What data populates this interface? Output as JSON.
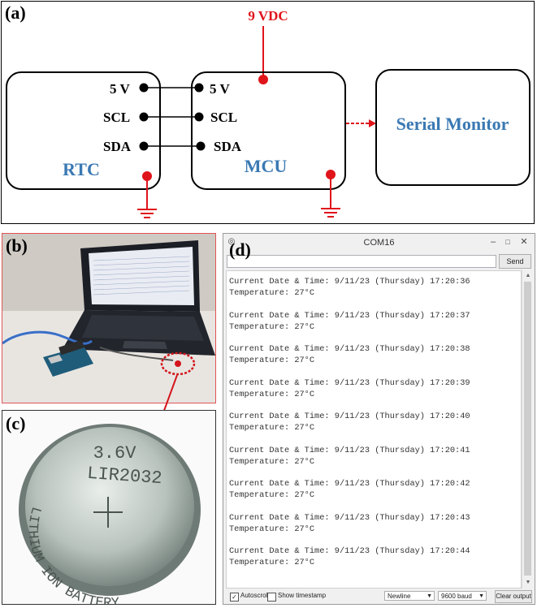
{
  "panel_a": {
    "label": "(a)",
    "power_label": "9 VDC",
    "rtc": {
      "name": "RTC",
      "pins": [
        "5 V",
        "SCL",
        "SDA"
      ]
    },
    "mcu": {
      "name": "MCU",
      "pins": [
        "5 V",
        "SCL",
        "SDA"
      ]
    },
    "monitor": {
      "name": "Serial Monitor"
    },
    "colors": {
      "red": "#e0141b",
      "blue": "#3a79b3"
    }
  },
  "panel_b": {
    "label": "(b)"
  },
  "panel_c": {
    "label": "(c)",
    "battery": {
      "voltage": "3.6V",
      "model": "LIR2032",
      "text": "LITHIUM ION BATTERY"
    }
  },
  "panel_d": {
    "label": "(d)",
    "window_title": "COM16",
    "send_label": "Send",
    "entries": [
      {
        "datetime": "Current Date & Time: 9/11/23 (Thursday) 17:20:36",
        "temperature": "Temperature: 27°C"
      },
      {
        "datetime": "Current Date & Time: 9/11/23 (Thursday) 17:20:37",
        "temperature": "Temperature: 27°C"
      },
      {
        "datetime": "Current Date & Time: 9/11/23 (Thursday) 17:20:38",
        "temperature": "Temperature: 27°C"
      },
      {
        "datetime": "Current Date & Time: 9/11/23 (Thursday) 17:20:39",
        "temperature": "Temperature: 27°C"
      },
      {
        "datetime": "Current Date & Time: 9/11/23 (Thursday) 17:20:40",
        "temperature": "Temperature: 27°C"
      },
      {
        "datetime": "Current Date & Time: 9/11/23 (Thursday) 17:20:41",
        "temperature": "Temperature: 27°C"
      },
      {
        "datetime": "Current Date & Time: 9/11/23 (Thursday) 17:20:42",
        "temperature": "Temperature: 27°C"
      },
      {
        "datetime": "Current Date & Time: 9/11/23 (Thursday) 17:20:43",
        "temperature": "Temperature: 27°C"
      },
      {
        "datetime": "Current Date & Time: 9/11/23 (Thursday) 17:20:44",
        "temperature": "Temperature: 27°C"
      }
    ],
    "footer": {
      "autoscroll_label": "Autoscroll",
      "autoscroll_checked": true,
      "timestamp_label": "Show timestamp",
      "timestamp_checked": false,
      "line_ending": "Newline",
      "baud": "9600 baud",
      "clear_label": "Clear output"
    }
  }
}
